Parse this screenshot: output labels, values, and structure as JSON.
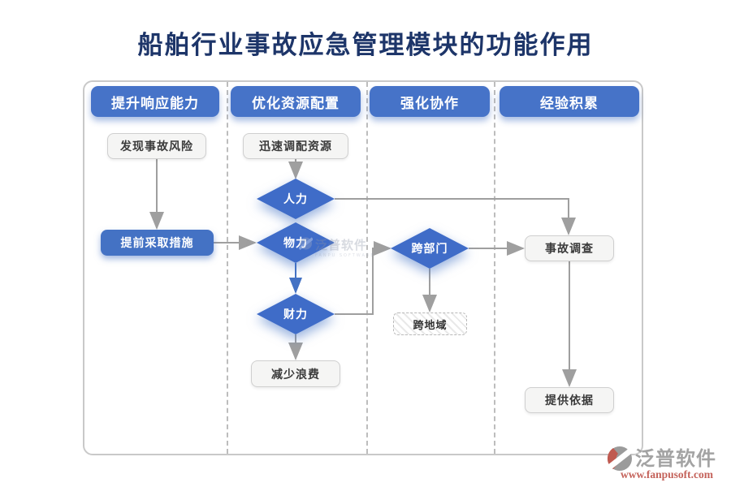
{
  "title": "船舶行业事故应急管理模块的功能作用",
  "columns": [
    {
      "header": "提升响应能力"
    },
    {
      "header": "优化资源配置"
    },
    {
      "header": "强化协作"
    },
    {
      "header": "经验积累"
    }
  ],
  "nodes": {
    "discover_risk": "发现事故风险",
    "take_measures_early": "提前采取措施",
    "rapid_resource_dispatch": "迅速调配资源",
    "manpower": "人力",
    "material": "物力",
    "finance": "财力",
    "reduce_waste": "减少浪费",
    "cross_department": "跨部门",
    "cross_region": "跨地域",
    "accident_investigation": "事故调查",
    "provide_basis": "提供依据"
  },
  "edges": [
    {
      "from": "发现事故风险",
      "to": "提前采取措施"
    },
    {
      "from": "迅速调配资源",
      "to": "人力"
    },
    {
      "from": "提前采取措施",
      "to": "物力"
    },
    {
      "from": "物力",
      "to": "财力"
    },
    {
      "from": "财力",
      "to": "减少浪费"
    },
    {
      "from": "人力",
      "to": "事故调查"
    },
    {
      "from": "财力",
      "to": "跨部门"
    },
    {
      "from": "跨部门",
      "to": "事故调查"
    },
    {
      "from": "跨部门",
      "to": "跨地域"
    },
    {
      "from": "事故调查",
      "to": "提供依据"
    }
  ],
  "watermark": {
    "text": "泛普软件",
    "subtext": "FANPU SOFTWARE"
  },
  "footer_logo": {
    "brand": "泛普软件",
    "url": "www.fanpusoft.com"
  },
  "colors": {
    "accent_blue": "#4673c8",
    "diamond_blue": "#3f6cc8",
    "title_navy": "#1d3569",
    "connector_gray": "#9f9f9f",
    "logo_red": "#c05a50"
  }
}
